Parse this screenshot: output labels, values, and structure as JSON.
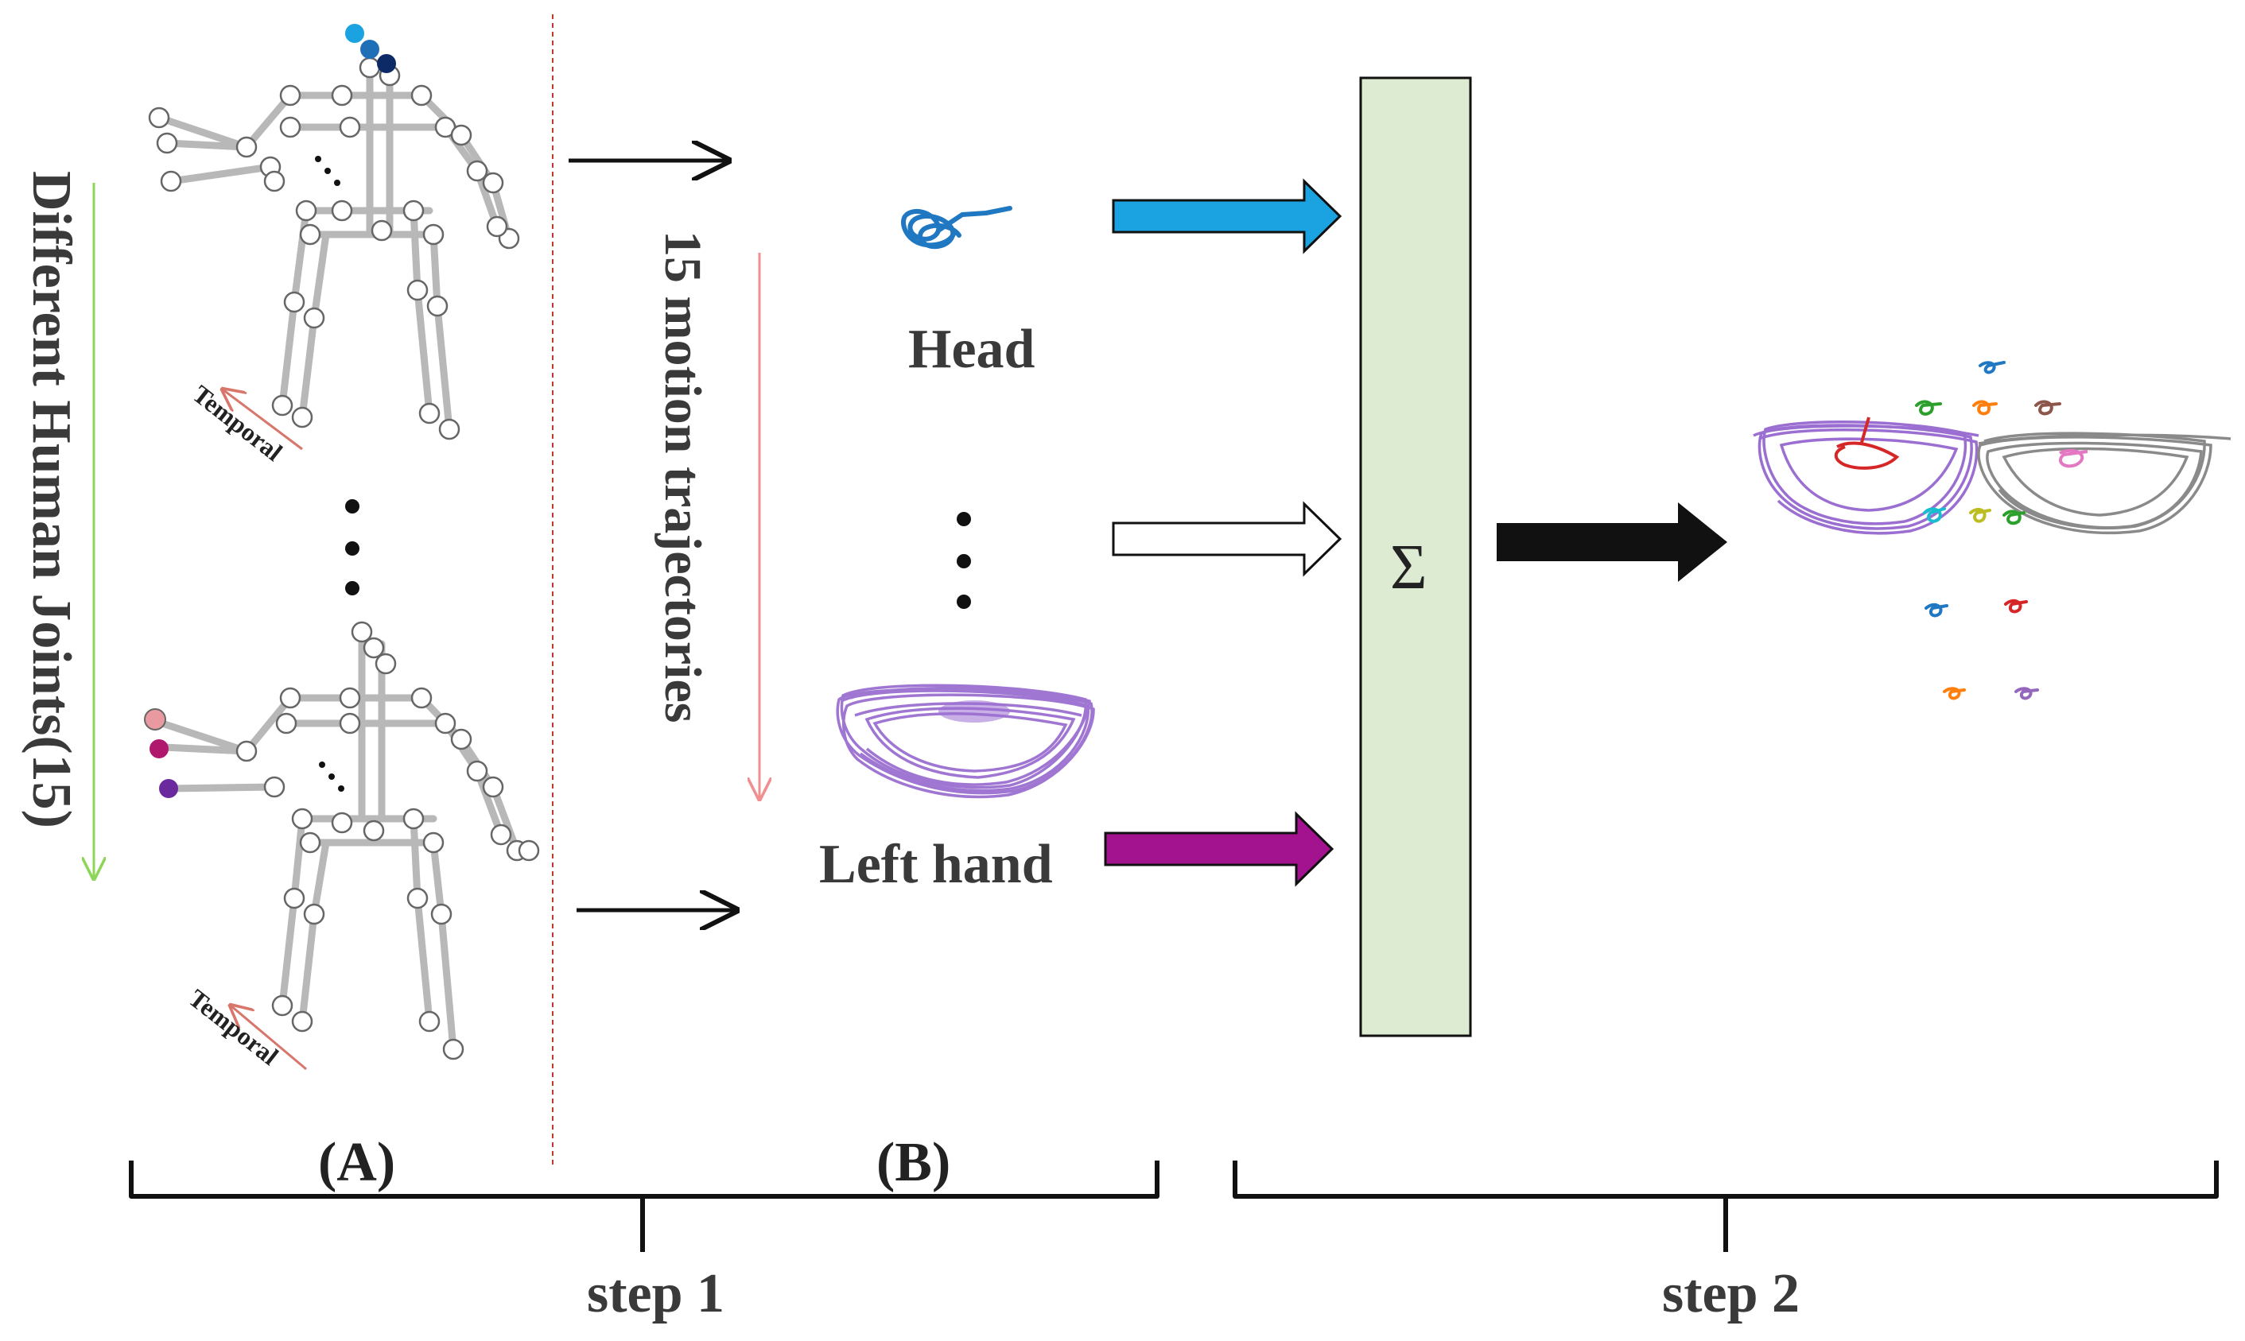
{
  "labels": {
    "joints_axis": "Different Human Joints(15)",
    "temporal_top": "Temporal",
    "temporal_bottom": "Temporal",
    "trajectories_axis": "15 motion trajectories",
    "head": "Head",
    "left_hand": "Left hand",
    "sum_symbol": "Σ",
    "panel_a": "(A)",
    "panel_b": "(B)",
    "step1": "step 1",
    "step2": "step 2"
  },
  "colors": {
    "head_arrow": "#1aa3e0",
    "left_hand_arrow": "#a3138f",
    "sum_box_fill": "#dcebd2",
    "joints_axis_arrow": "#8ed65a",
    "temporal_arrow": "#d9766b",
    "trajectories_axis_arrow": "#f08f8f",
    "divider": "#c0392b",
    "head_joint_colors": [
      "#1aa3e0",
      "#1f6fb8",
      "#0e2a66"
    ],
    "hand_joint_colors": [
      "#e89aa0",
      "#b0186e",
      "#6a2a9e"
    ],
    "head_trajectory": "#1f78c1",
    "hand_trajectory": "#9b6fd1",
    "combined_right_loop": "#8a8a8a"
  }
}
